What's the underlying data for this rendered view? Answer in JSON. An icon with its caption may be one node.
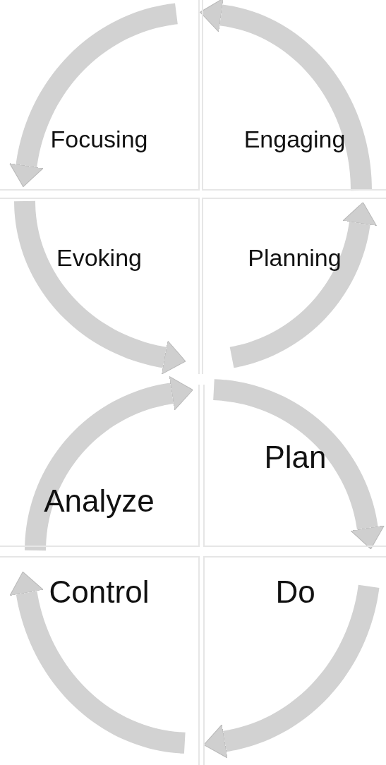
{
  "diagram": {
    "nodes": [
      {
        "text": [
          "Focusing"
        ]
      },
      {
        "text": [
          "Engaging"
        ]
      },
      {
        "text": [
          "Evoking"
        ]
      },
      {
        "text": [
          "Planning"
        ]
      },
      {
        "text": [
          "Analyze"
        ]
      },
      {
        "text": [
          "Plan"
        ]
      },
      {
        "text": [
          "Control"
        ]
      },
      {
        "text": [
          "Do"
        ]
      }
    ],
    "edges": [
      {
        "from": 1,
        "to": 0,
        "arrow": "to"
      },
      {
        "from": 0,
        "to": 2,
        "arrow": "to"
      },
      {
        "from": 2,
        "to": 3,
        "arrow": "to"
      },
      {
        "from": 3,
        "to": 1,
        "arrow": "to"
      },
      {
        "from": 5,
        "to": 7,
        "arrow": "to"
      },
      {
        "from": 7,
        "to": 6,
        "arrow": "to"
      },
      {
        "from": 6,
        "to": 4,
        "arrow": "to"
      },
      {
        "from": 4,
        "to": 5,
        "arrow": "to"
      }
    ]
  }
}
